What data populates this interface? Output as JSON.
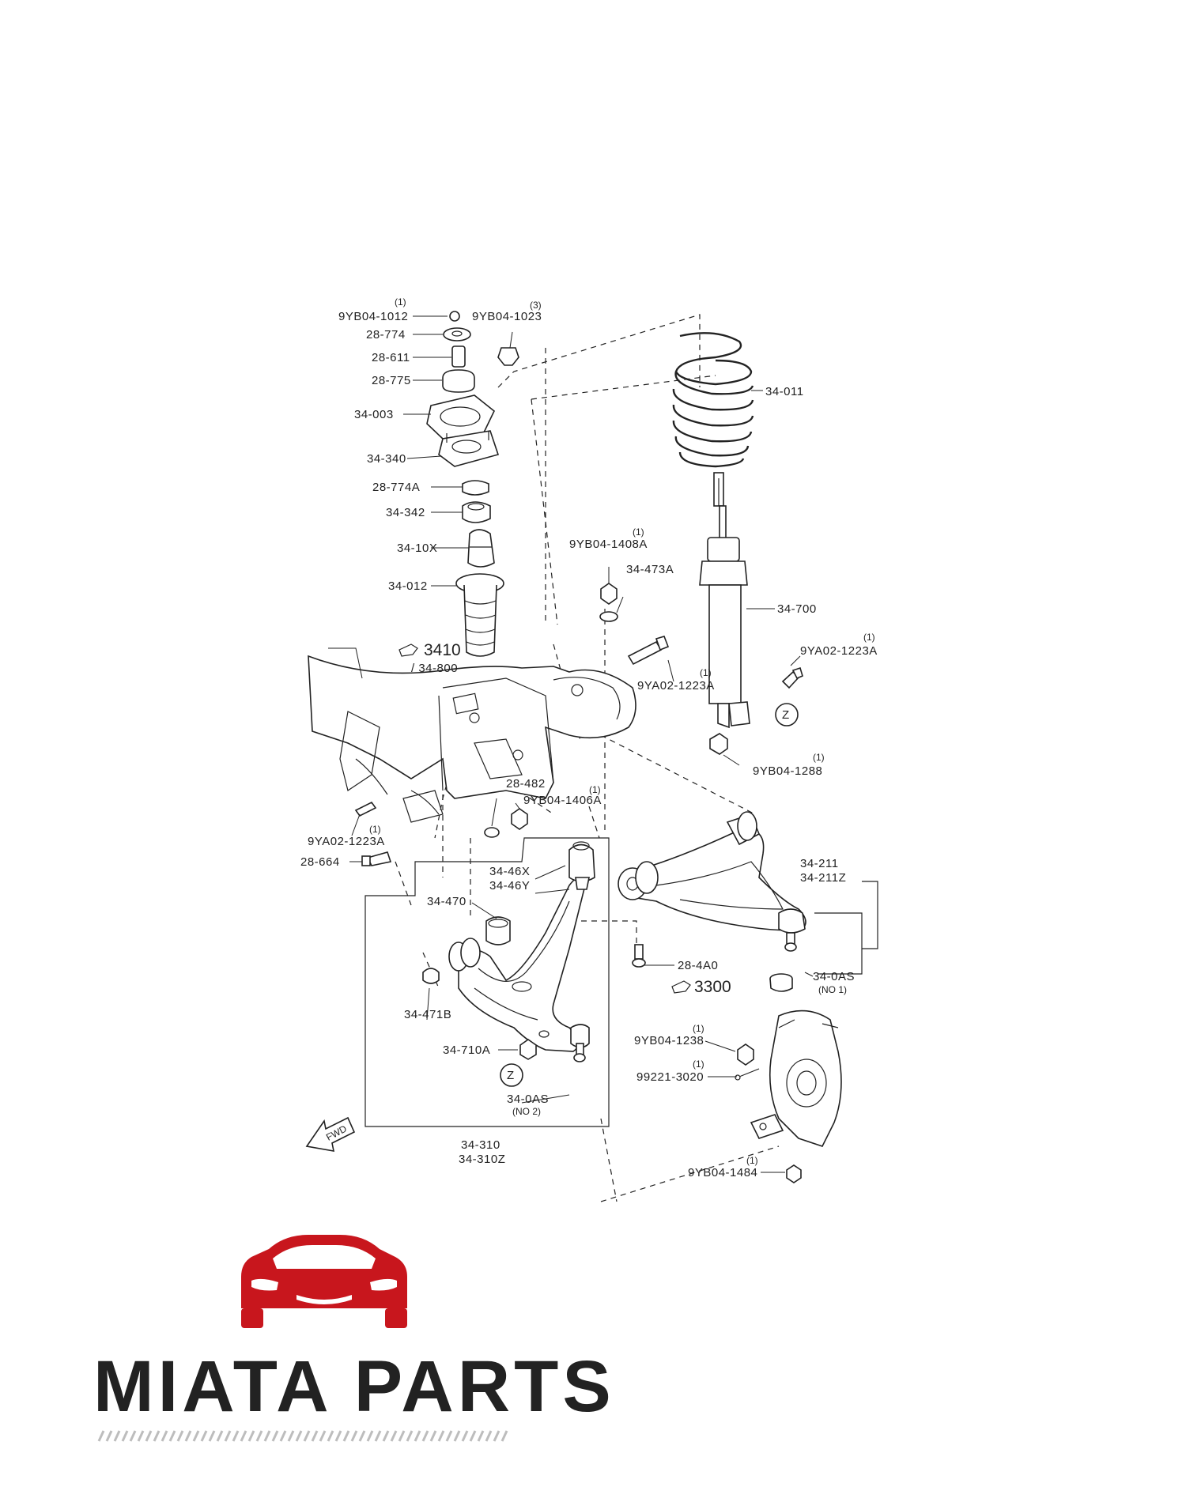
{
  "callouts": {
    "p9YB04_1012": "9YB04-1012",
    "p9YB04_1012_qty": "(1)",
    "p9YB04_1023": "9YB04-1023",
    "p9YB04_1023_qty": "(3)",
    "p28_774": "28-774",
    "p28_611": "28-611",
    "p28_775": "28-775",
    "p34_003": "34-003",
    "p34_340": "34-340",
    "p28_774A": "28-774A",
    "p34_342": "34-342",
    "p34_10X": "34-10X",
    "p34_012": "34-012",
    "ref3410": "3410",
    "ref34_800": "/ 34-800",
    "p34_011": "34-011",
    "p34_700": "34-700",
    "p9YB04_1408A": "9YB04-1408A",
    "p9YB04_1408A_qty": "(1)",
    "p34_473A": "34-473A",
    "p9YA02_1223A_mid": "9YA02-1223A",
    "p9YA02_1223A_mid_qty": "(1)",
    "p9YA02_1223A_right": "9YA02-1223A",
    "p9YA02_1223A_right_qty": "(1)",
    "z_upper": "Z",
    "p9YB04_1288": "9YB04-1288",
    "p9YB04_1288_qty": "(1)",
    "p28_482": "28-482",
    "p9YB04_1406A": "9YB04-1406A",
    "p9YB04_1406A_qty": "(1)",
    "p9YA02_1223A_left": "9YA02-1223A",
    "p9YA02_1223A_left_qty": "(1)",
    "p28_664": "28-664",
    "p34_46X": "34-46X",
    "p34_46Y": "34-46Y",
    "p34_470": "34-470",
    "p34_471B": "34-471B",
    "p34_710A": "34-710A",
    "z_lower": "Z",
    "p34_0AS_no2": "34-0AS",
    "no2": "(NO 2)",
    "p34_310": "34-310",
    "p34_310Z": "34-310Z",
    "fwd": "FWD",
    "p34_211": "34-211",
    "p34_211Z": "34-211Z",
    "p28_4A0": "28-4A0",
    "p34_0AS_no1": "34-0AS",
    "no1": "(NO 1)",
    "ref3300": "3300",
    "p9YB04_1238": "9YB04-1238",
    "p9YB04_1238_qty": "(1)",
    "p99221_3020": "99221-3020",
    "p99221_3020_qty": "(1)",
    "p9YB04_1484": "9YB04-1484",
    "p9YB04_1484_qty": "(1)"
  },
  "brand": {
    "name": "MIATA PARTS",
    "accent": "#c8161d",
    "logo_icon": "roadster-car-front-icon"
  }
}
